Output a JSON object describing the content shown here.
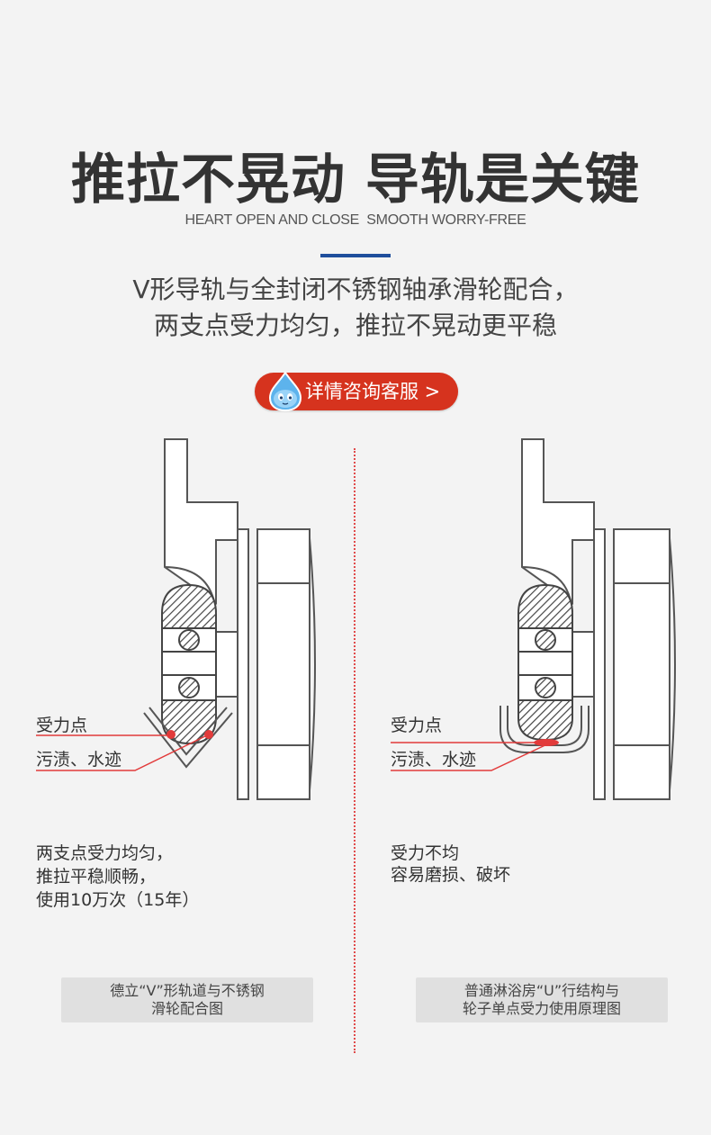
{
  "header": {
    "title": "推拉不晃动 导轨是关键",
    "subtitle": "HEART OPEN AND CLOSE  SMOOTH WORRY-FREE"
  },
  "description": {
    "line1": "V形导轨与全封闭不锈钢轴承滑轮配合，",
    "line2": "两支点受力均匀，推拉不晃动更平稳"
  },
  "cta": {
    "label": "详情咨询客服 >"
  },
  "left_panel": {
    "callout_force": "受力点",
    "callout_dirt": "污渍、水迹",
    "note_line1": "两支点受力均匀，",
    "note_line2": "推拉平稳顺畅，",
    "note_line3": "使用10万次（15年）",
    "caption_line1": "德立“V”形轨道与不锈钢",
    "caption_line2": "滑轮配合图"
  },
  "right_panel": {
    "callout_force": "受力点",
    "callout_dirt": "污渍、水迹",
    "note_line1": "受力不均",
    "note_line2": "容易磨损、破坏",
    "caption_line1": "普通淋浴房“U”行结构与",
    "caption_line2": "轮子单点受力使用原理图"
  },
  "colors": {
    "accent_blue": "#1f4e9c",
    "cta_red": "#d6331e",
    "divider_red": "#e04b4b",
    "marker_red": "#e23b3b",
    "line_gray": "#555555"
  }
}
